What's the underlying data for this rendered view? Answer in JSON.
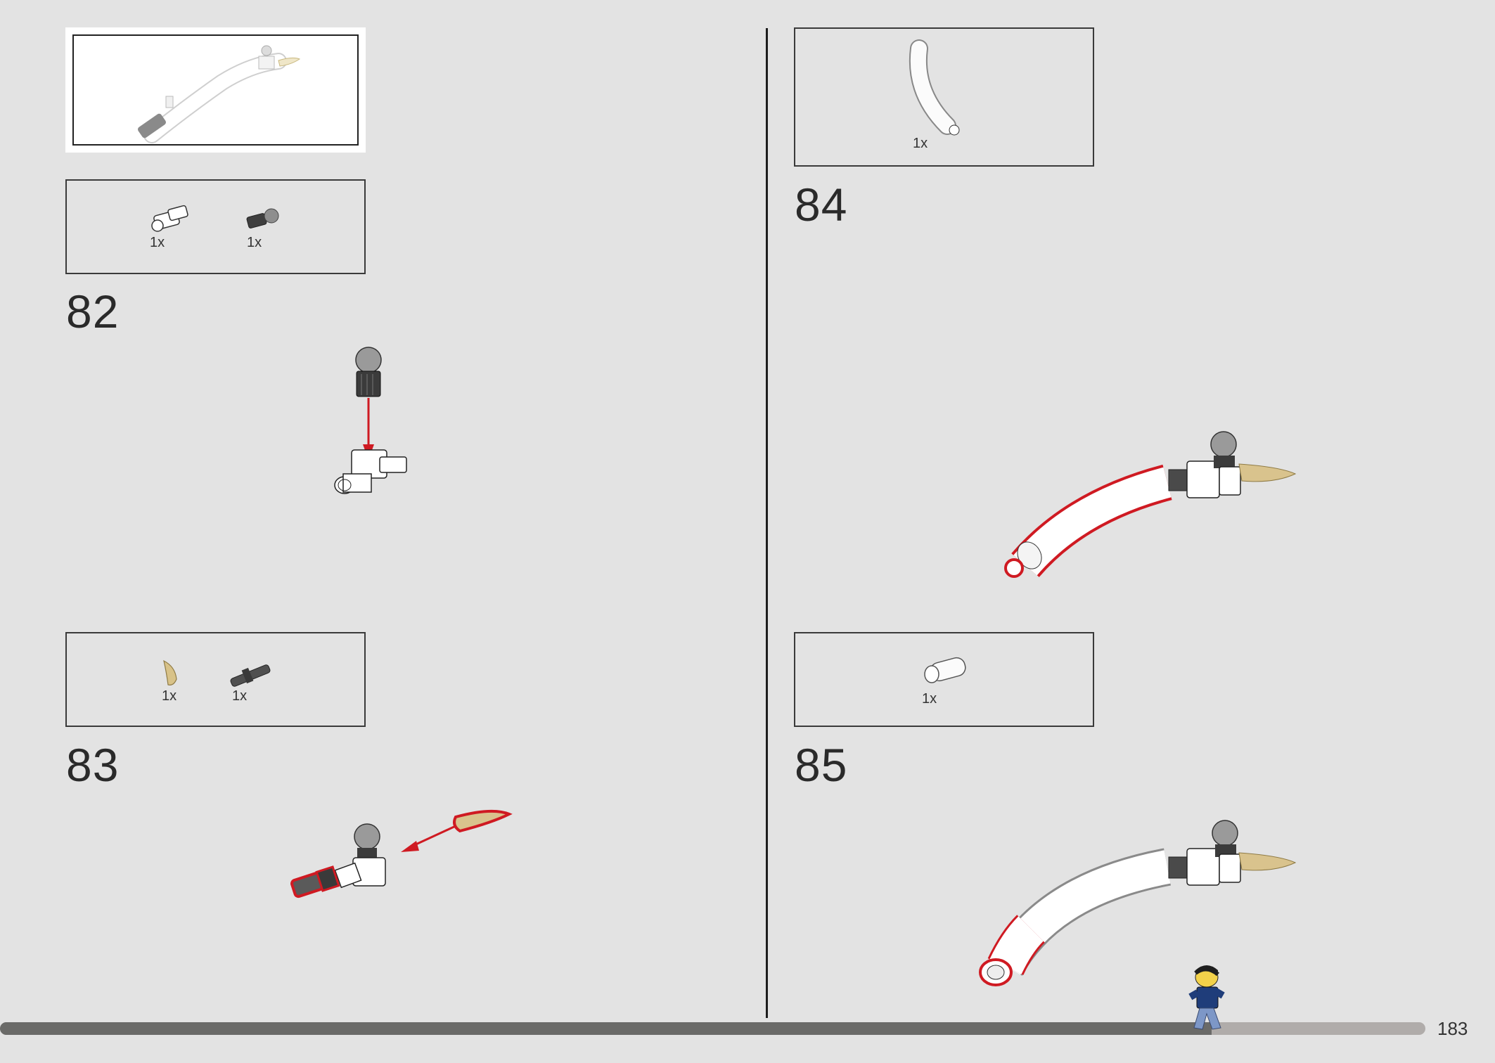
{
  "page": {
    "number": "183",
    "progress_fraction": 0.85
  },
  "preview": {
    "icon": "assembled-tail-preview-icon"
  },
  "steps": [
    {
      "number": "82",
      "parts": [
        {
          "icon": "pin-connector-cross-icon",
          "qty": "1x"
        },
        {
          "icon": "ball-joint-pin-icon",
          "qty": "1x"
        }
      ]
    },
    {
      "number": "83",
      "parts": [
        {
          "icon": "tan-horn-icon",
          "qty": "1x"
        },
        {
          "icon": "dark-axle-pin-icon",
          "qty": "1x"
        }
      ]
    },
    {
      "number": "84",
      "parts": [
        {
          "icon": "white-curved-tube-icon",
          "qty": "1x"
        }
      ]
    },
    {
      "number": "85",
      "parts": [
        {
          "icon": "white-tube-connector-icon",
          "qty": "1x"
        }
      ]
    }
  ],
  "colors": {
    "background": "#e3e3e3",
    "highlight": "#d0141c",
    "tan": "#d9c38d",
    "dark_grey": "#555555",
    "progress_fill": "#6a6a68",
    "progress_track": "#b0acaa"
  }
}
